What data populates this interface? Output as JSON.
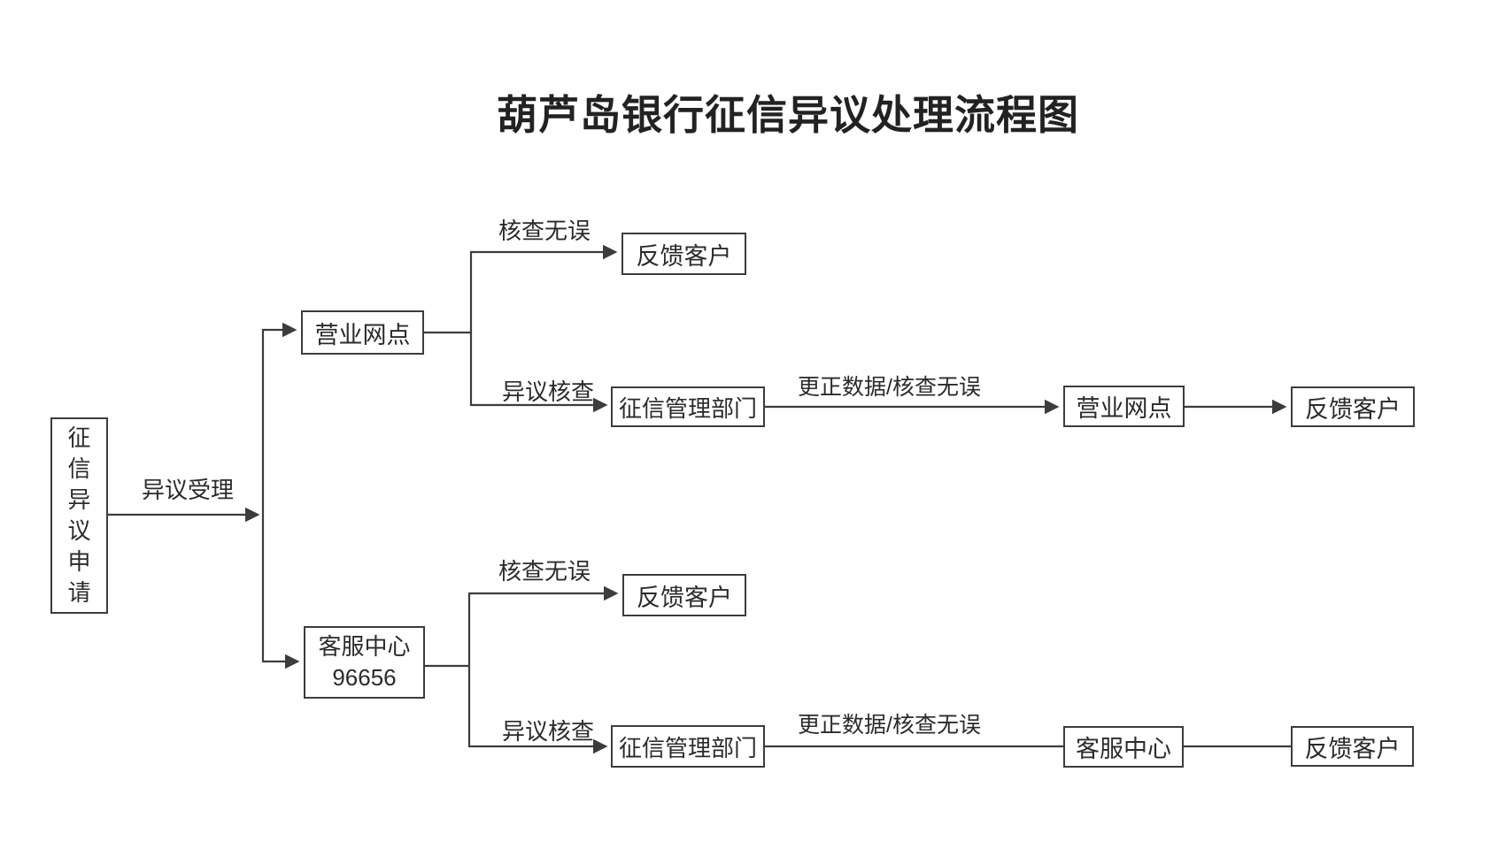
{
  "title": "葫芦岛银行征信异议处理流程图",
  "nodes": {
    "apply": "征信异议申请",
    "branch_biz": "营业网点",
    "fb_top": "反馈客户",
    "credit_dept_top": "征信管理部门",
    "biz_mid": "营业网点",
    "fb_mid": "反馈客户",
    "cs_center_line1": "客服中心",
    "cs_center_line2": "96656",
    "fb_low": "反馈客户",
    "credit_dept_low": "征信管理部门",
    "cs_mid": "客服中心",
    "fb_bottom": "反馈客户"
  },
  "edge_labels": {
    "dispute_accept": "异议受理",
    "verified_ok_top": "核查无误",
    "dispute_verify_top": "异议核查",
    "correct_data_top": "更正数据/核查无误",
    "verified_ok_bottom": "核查无误",
    "dispute_verify_bottom": "异议核查",
    "correct_data_bottom": "更正数据/核查无误"
  },
  "colors": {
    "line": "#3c3c3c",
    "text": "#2b2b2b",
    "background": "#ffffff"
  }
}
